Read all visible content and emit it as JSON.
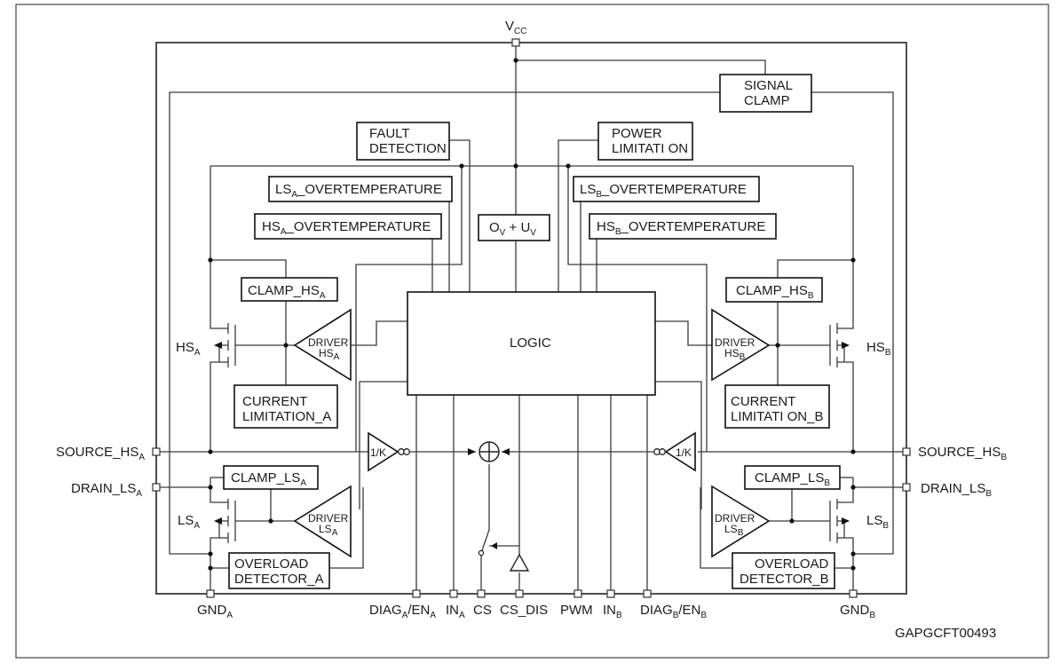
{
  "diagram": {
    "vcc": "V",
    "vcc_sub": "CC",
    "signal_clamp": [
      "SIGNAL",
      "CLAMP"
    ],
    "fault_detection": [
      "FAULT",
      "DETECTION"
    ],
    "power_limitation": [
      "POWER",
      "LIMITATI ON"
    ],
    "ov_uv": {
      "o": "O",
      "o_sub": "V",
      "plus": " + U",
      "u_sub": "V"
    },
    "ls_a_ot": {
      "pre": "LS",
      "sub": "A",
      "post": "_OVERTEMPERATURE"
    },
    "hs_a_ot": {
      "pre": "HS",
      "sub": "A",
      "post": "_OVERTEMPERATURE"
    },
    "ls_b_ot": {
      "pre": "LS",
      "sub": "B",
      "post": "_OVERTEMPERATURE"
    },
    "hs_b_ot": {
      "pre": "HS",
      "sub": "B",
      "post": "_OVERTEMPERATURE"
    },
    "logic": "LOGIC",
    "clamp_hs_a": {
      "pre": "CLAMP_HS",
      "sub": "A"
    },
    "clamp_hs_b": {
      "pre": "CLAMP_HS",
      "sub": "B"
    },
    "clamp_ls_a": {
      "pre": "CLAMP_LS",
      "sub": "A"
    },
    "clamp_ls_b": {
      "pre": "CLAMP_LS",
      "sub": "B"
    },
    "current_lim_a": [
      "CURRENT",
      "LIMITATION_A"
    ],
    "current_lim_b": [
      "CURRENT",
      "LIMITATI ON_B"
    ],
    "overload_a": [
      "OVERLOAD",
      "DETECTOR_A"
    ],
    "overload_b": [
      "OVERLOAD",
      "DETECTOR_B"
    ],
    "driver": "DRIVER",
    "driver_hs_a": {
      "pre": "HS",
      "sub": "A"
    },
    "driver_hs_b": {
      "pre": "HS",
      "sub": "B"
    },
    "driver_ls_a": {
      "pre": "LS",
      "sub": "A"
    },
    "driver_ls_b": {
      "pre": "LS",
      "sub": "B"
    },
    "hs_a": {
      "pre": "HS",
      "sub": "A"
    },
    "hs_b": {
      "pre": "HS",
      "sub": "B"
    },
    "ls_a": {
      "pre": "LS",
      "sub": "A"
    },
    "ls_b": {
      "pre": "LS",
      "sub": "B"
    },
    "gain": "1/K",
    "pins": {
      "source_hs_a": {
        "pre": "SOURCE_HS",
        "sub": "A"
      },
      "drain_ls_a": {
        "pre": "DRAIN_LS",
        "sub": "A"
      },
      "source_hs_b": {
        "pre": "SOURCE_HS",
        "sub": "B"
      },
      "drain_ls_b": {
        "pre": "DRAIN_LS",
        "sub": "B"
      },
      "gnd_a": {
        "pre": "GND",
        "sub": "A"
      },
      "gnd_b": {
        "pre": "GND",
        "sub": "B"
      },
      "diag_a": {
        "p1": "DIAG",
        "s1": "A",
        "p2": "/EN",
        "s2": "A"
      },
      "in_a": {
        "pre": "IN",
        "sub": "A"
      },
      "cs": "CS",
      "cs_dis": "CS_DIS",
      "pwm": "PWM",
      "in_b": {
        "pre": "IN",
        "sub": "B"
      },
      "diag_b": {
        "p1": "DIAG",
        "s1": "B",
        "p2": "/EN",
        "s2": "B"
      }
    },
    "figure_code": "GAPGCFT00493"
  }
}
